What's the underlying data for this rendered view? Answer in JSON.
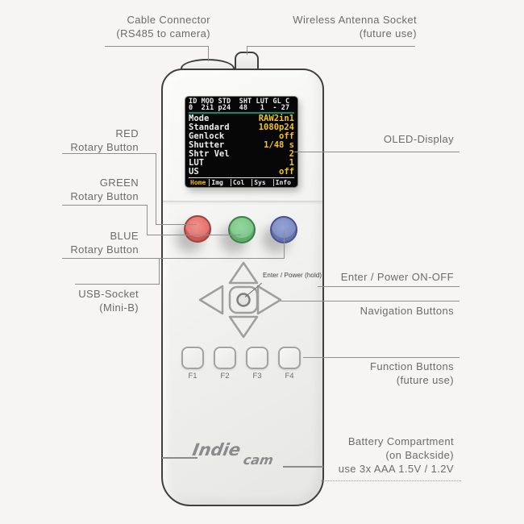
{
  "callouts": {
    "cable": {
      "line1": "Cable Connector",
      "line2": "(RS485 to camera)"
    },
    "antenna": {
      "line1": "Wireless Antenna Socket",
      "line2": "(future use)"
    },
    "red": {
      "line1": "RED",
      "line2": "Rotary Button"
    },
    "green": {
      "line1": "GREEN",
      "line2": "Rotary Button"
    },
    "blue": {
      "line1": "BLUE",
      "line2": "Rotary Button"
    },
    "usb": {
      "line1": "USB-Socket",
      "line2": "(Mini-B)"
    },
    "oled": {
      "line1": "OLED-Display"
    },
    "enter": {
      "line1": "Enter / Power ON-OFF"
    },
    "nav": {
      "line1": "Navigation Buttons"
    },
    "function": {
      "line1": "Function Buttons",
      "line2": "(future use)"
    },
    "battery": {
      "line1": "Battery Compartment",
      "line2": "(on Backside)",
      "line3": "use 3x AAA 1.5V / 1.2V"
    }
  },
  "device": {
    "display": {
      "status_line1": "ID MOD STD  SHT LUT GL C",
      "status_line2": "0  2i1 p24  48   1  - 27",
      "menu": [
        {
          "label": "Mode",
          "value": "RAW2in1"
        },
        {
          "label": "Standard",
          "value": "1080p24"
        },
        {
          "label": "Genlock",
          "value": "off"
        },
        {
          "label": "Shutter",
          "value": "1/48 s"
        },
        {
          "label": "Shtr Vel",
          "value": "2"
        },
        {
          "label": "LUT",
          "value": "1"
        },
        {
          "label": "US",
          "value": "off"
        }
      ],
      "tabs": [
        "Home",
        "Img",
        "Col",
        "Sys",
        "Info"
      ]
    },
    "enter_hint": "Enter / Power (hold)",
    "function_buttons": [
      "F1",
      "F2",
      "F3",
      "F4"
    ],
    "logo": {
      "part1": "Indie",
      "part2": "cam"
    }
  },
  "colors": {
    "rotary_red": "#e4726d",
    "rotary_green": "#7cc787",
    "rotary_blue": "#7e8dc4",
    "display_value_yellow": "#f2c41c",
    "display_divider_teal": "#0e8a70",
    "display_background": "#060606",
    "callout_text": "#6b6b6d"
  }
}
